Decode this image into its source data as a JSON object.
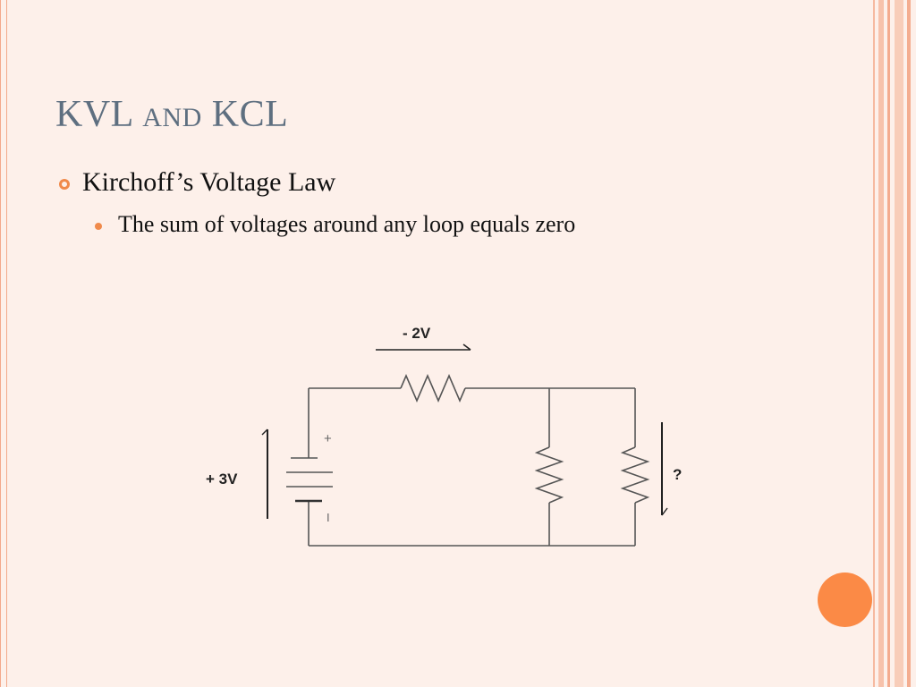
{
  "slide": {
    "title_main_1": "KVL",
    "title_small": "and",
    "title_main_2": "KCL",
    "bullet": "Kirchoff’s Voltage Law",
    "subbullet": "The sum of voltages around any loop equals zero"
  },
  "circuit": {
    "top_resistor_label": "- 2V",
    "source_label": "+ 3V",
    "plus_sign": "+",
    "minus_sign": "I",
    "unknown_label": "?"
  },
  "colors": {
    "accent": "#f08a4b",
    "title": "#5e6f80",
    "background": "#fdf0ea",
    "ball": "#fb8a46"
  }
}
